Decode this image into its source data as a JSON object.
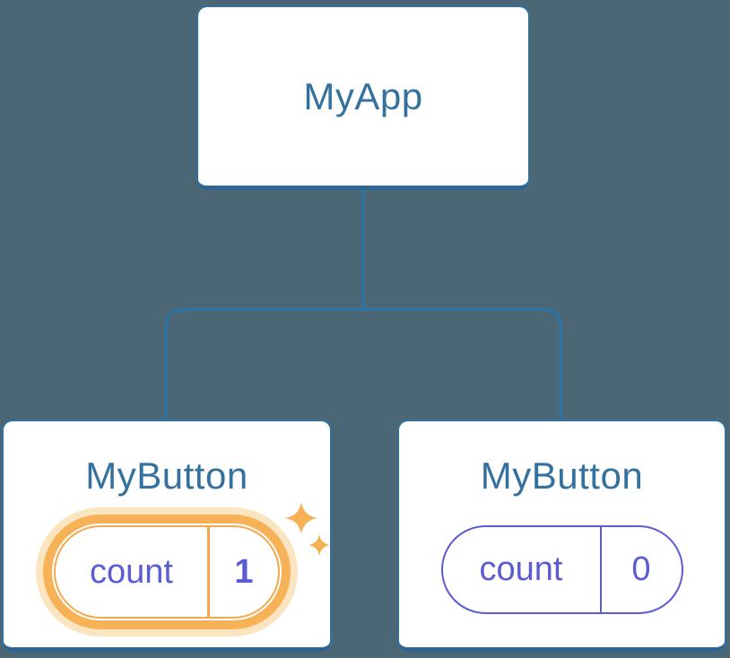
{
  "colors": {
    "background": "#4b6776",
    "card-bg": "#ffffff",
    "card-border": "#33709c",
    "card-border-bottom": "#2e6594",
    "connector": "#2b74a8",
    "heading": "#35719f",
    "purple": "#5b5bd3",
    "orange-strong": "#f7b156",
    "orange-pale": "#fbe5c1",
    "orange-border": "#f2a94e",
    "sparkle": "#f6b156"
  },
  "tree": {
    "root": {
      "label": "MyApp"
    },
    "children": [
      {
        "label": "MyButton",
        "highlighted": true,
        "state": {
          "key": "count",
          "value": "1"
        }
      },
      {
        "label": "MyButton",
        "highlighted": false,
        "state": {
          "key": "count",
          "value": "0"
        }
      }
    ]
  }
}
